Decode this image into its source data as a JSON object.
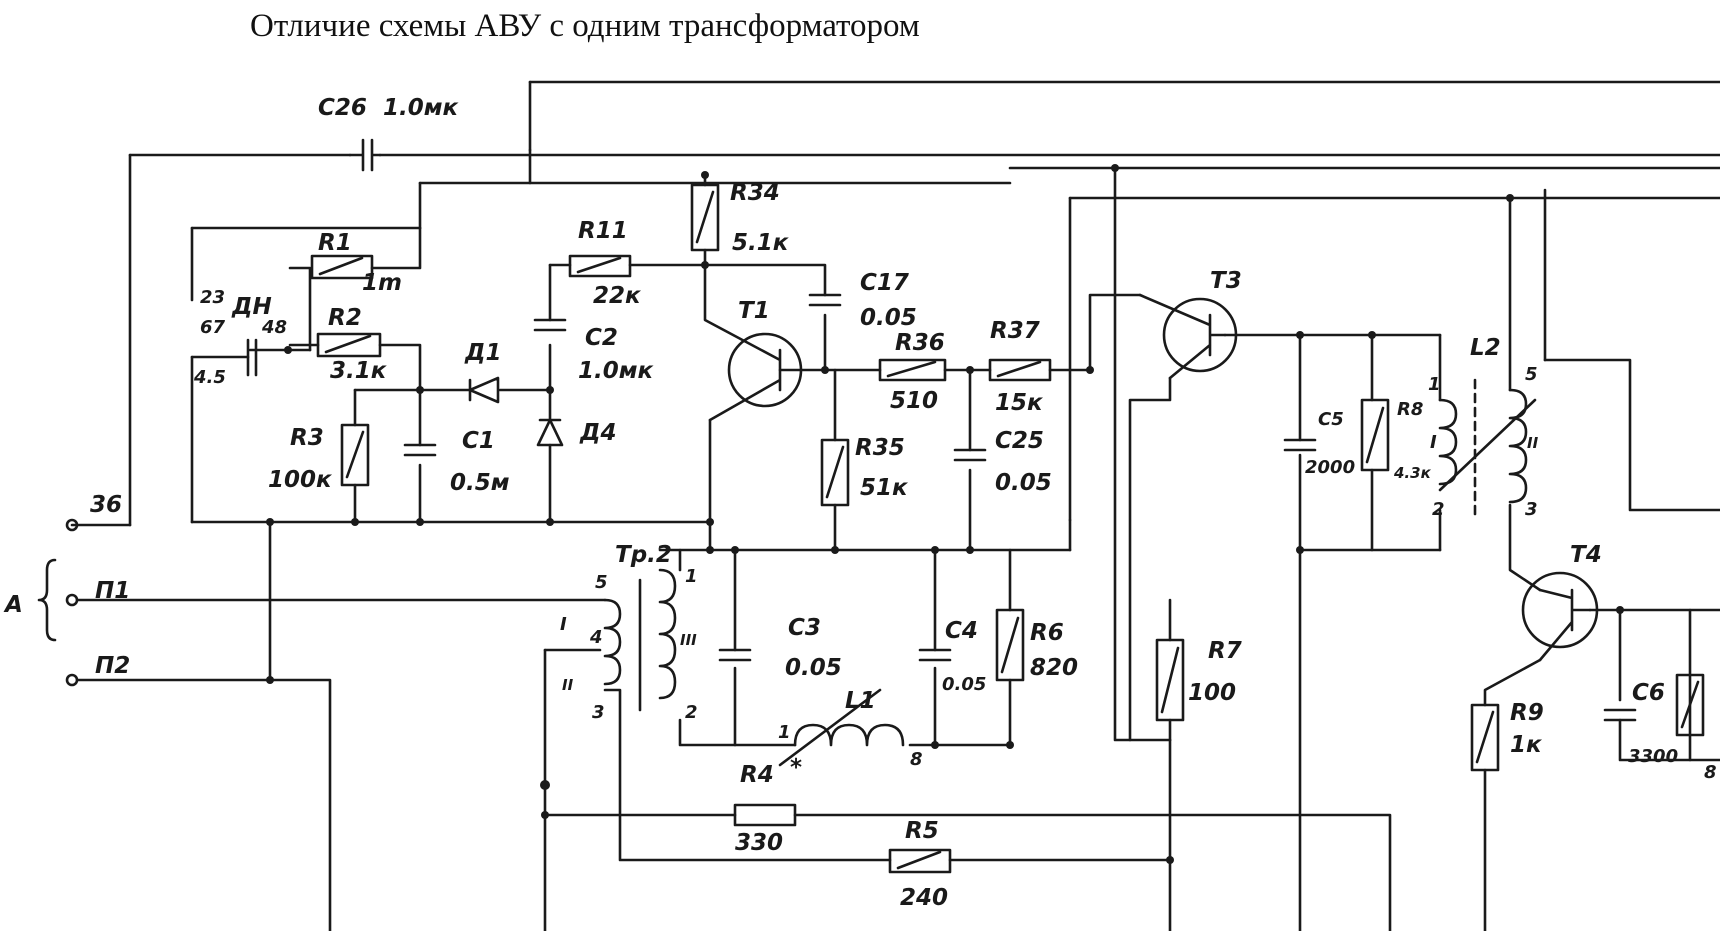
{
  "title": "Отличие схемы АВУ с одним трансформатором",
  "labels": {
    "C26": "C26",
    "C26v": "1.0мк",
    "R1": "R1",
    "R1v": "1m",
    "R2": "R2",
    "R2v": "3.1к",
    "R3": "R3",
    "R3v": "100к",
    "D1": "Д1",
    "D4": "Д4",
    "DH": "ДН",
    "p23": "23",
    "p67": "67",
    "p48": "48",
    "p45": "4.5",
    "C1": "C1",
    "C1v": "0.5м",
    "C2": "C2",
    "C2v": "1.0мк",
    "R11": "R11",
    "R11v": "22к",
    "R34": "R34",
    "R34v": "5.1к",
    "T1": "T1",
    "C17": "C17",
    "C17v": "0.05",
    "R36": "R36",
    "R36v": "510",
    "R37": "R37",
    "R37v": "15к",
    "R35": "R35",
    "R35v": "51к",
    "C25": "C25",
    "C25v": "0.05",
    "T3": "T3",
    "C5": "C5",
    "C5v": "2000",
    "R8": "R8",
    "R8v": "4.3к",
    "L2": "L2",
    "T4": "T4",
    "R9": "R9",
    "R9v": "1к",
    "C6": "C6",
    "C6v": "3300",
    "C6r": "8",
    "R7": "R7",
    "R7v": "100",
    "Tp2": "Тр.2",
    "C3": "C3",
    "C3v": "0.05",
    "C4": "C4",
    "C4v": "0.05",
    "R6": "R6",
    "R6v": "820",
    "L1": "L1",
    "R4": "R4",
    "R4v": "330",
    "R5": "R5",
    "R5v": "240",
    "A": "А",
    "p36": "36",
    "P1": "П1",
    "P2": "П2",
    "n1": "1",
    "n2": "2",
    "n3": "3",
    "n4": "4",
    "n5": "5",
    "n8": "8",
    "rI": "I",
    "rII": "II",
    "rIII": "III",
    "star": "*"
  }
}
